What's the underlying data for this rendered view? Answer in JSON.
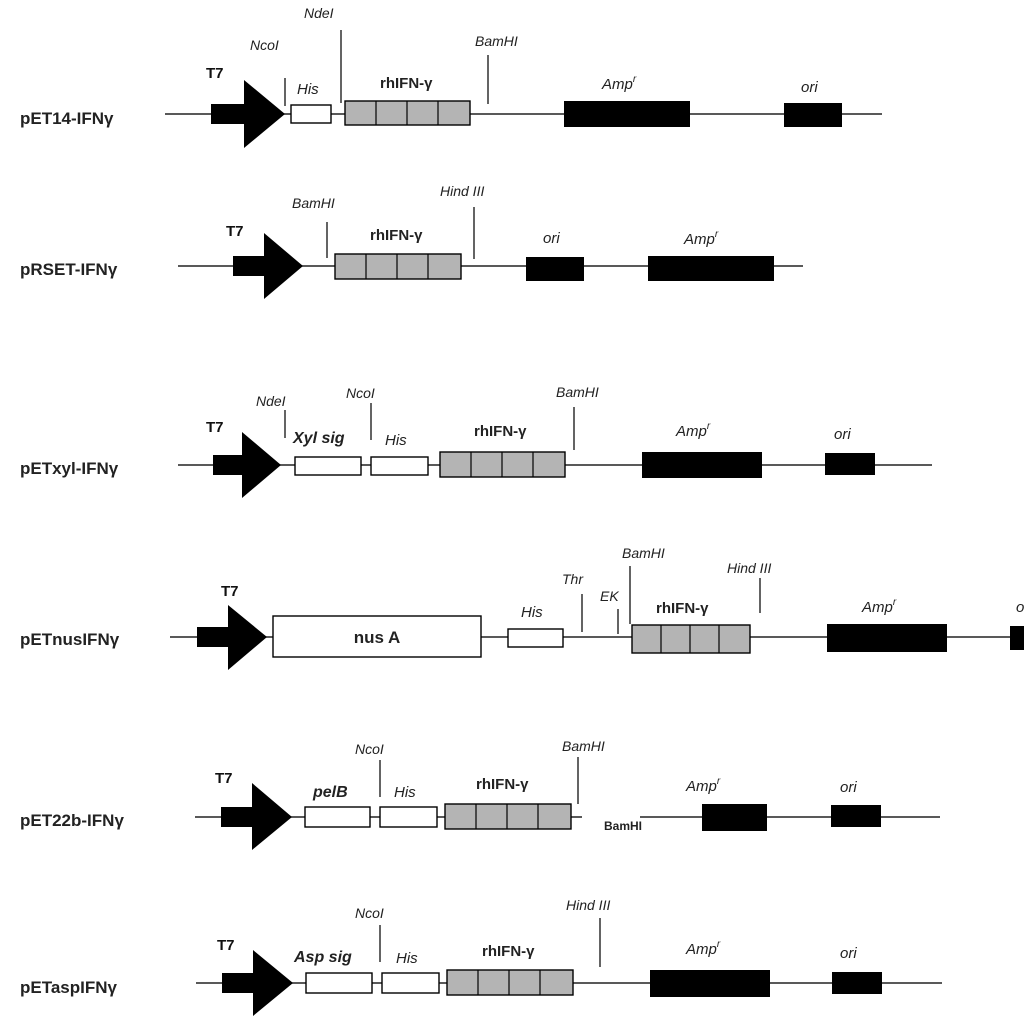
{
  "labels": {
    "promoter": "T7",
    "gene": "rhIFN-γ",
    "his": "His",
    "amp": "Amp",
    "amp_sup": "r",
    "ori": "ori"
  },
  "constructs": [
    {
      "name": "pET14-IFNγ",
      "sites": [
        "NcoI",
        "NdeI",
        "BamHI"
      ]
    },
    {
      "name": "pRSET-IFNγ",
      "sites": [
        "BamHI",
        "Hind III"
      ]
    },
    {
      "name": "pETxyl-IFNγ",
      "sites": [
        "NdeI",
        "NcoI",
        "BamHI"
      ],
      "signal": "Xyl sig"
    },
    {
      "name": "pETnusIFNγ",
      "sites": [
        "Thr",
        "EK",
        "BamHI",
        "Hind III"
      ],
      "fusion": "nus A",
      "cut_ori": "o"
    },
    {
      "name": "pET22b-IFNγ",
      "sites": [
        "NcoI",
        "BamHI"
      ],
      "signal": "pelB",
      "extra": "BamHI"
    },
    {
      "name": "pETaspIFNγ",
      "sites": [
        "NcoI",
        "Hind III"
      ],
      "signal": "Asp sig"
    }
  ]
}
